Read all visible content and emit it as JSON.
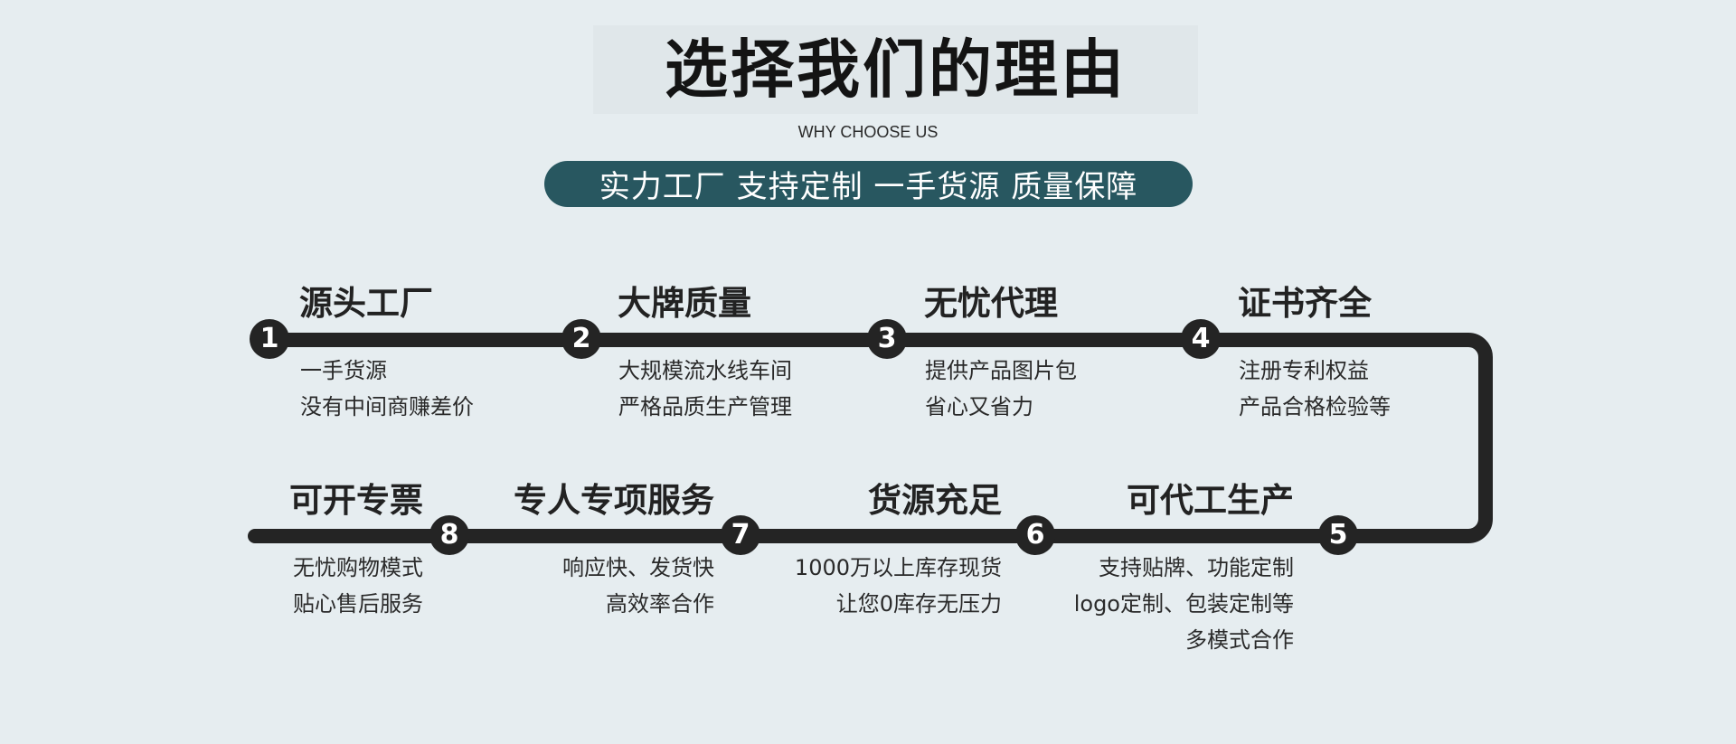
{
  "header": {
    "title": "选择我们的理由",
    "subtitle": "WHY CHOOSE US",
    "slogan": "实力工厂 支持定制 一手货源 质量保障"
  },
  "colors": {
    "background": "#e6edf0",
    "pill": "#285760",
    "track": "#242424"
  },
  "steps": [
    {
      "num": "1",
      "title": "源头工厂",
      "lines": [
        "一手货源",
        "没有中间商赚差价"
      ]
    },
    {
      "num": "2",
      "title": "大牌质量",
      "lines": [
        "大规模流水线车间",
        "严格品质生产管理"
      ]
    },
    {
      "num": "3",
      "title": "无忧代理",
      "lines": [
        "提供产品图片包",
        "省心又省力"
      ]
    },
    {
      "num": "4",
      "title": "证书齐全",
      "lines": [
        "注册专利权益",
        "产品合格检验等"
      ]
    },
    {
      "num": "5",
      "title": "可代工生产",
      "lines": [
        "支持贴牌、功能定制",
        "logo定制、包装定制等",
        "多模式合作"
      ]
    },
    {
      "num": "6",
      "title": "货源充足",
      "lines": [
        "1000万以上库存现货",
        "让您0库存无压力"
      ]
    },
    {
      "num": "7",
      "title": "专人专项服务",
      "lines": [
        "响应快、发货快",
        "高效率合作"
      ]
    },
    {
      "num": "8",
      "title": "可开专票",
      "lines": [
        "无忧购物模式",
        "贴心售后服务"
      ]
    }
  ]
}
